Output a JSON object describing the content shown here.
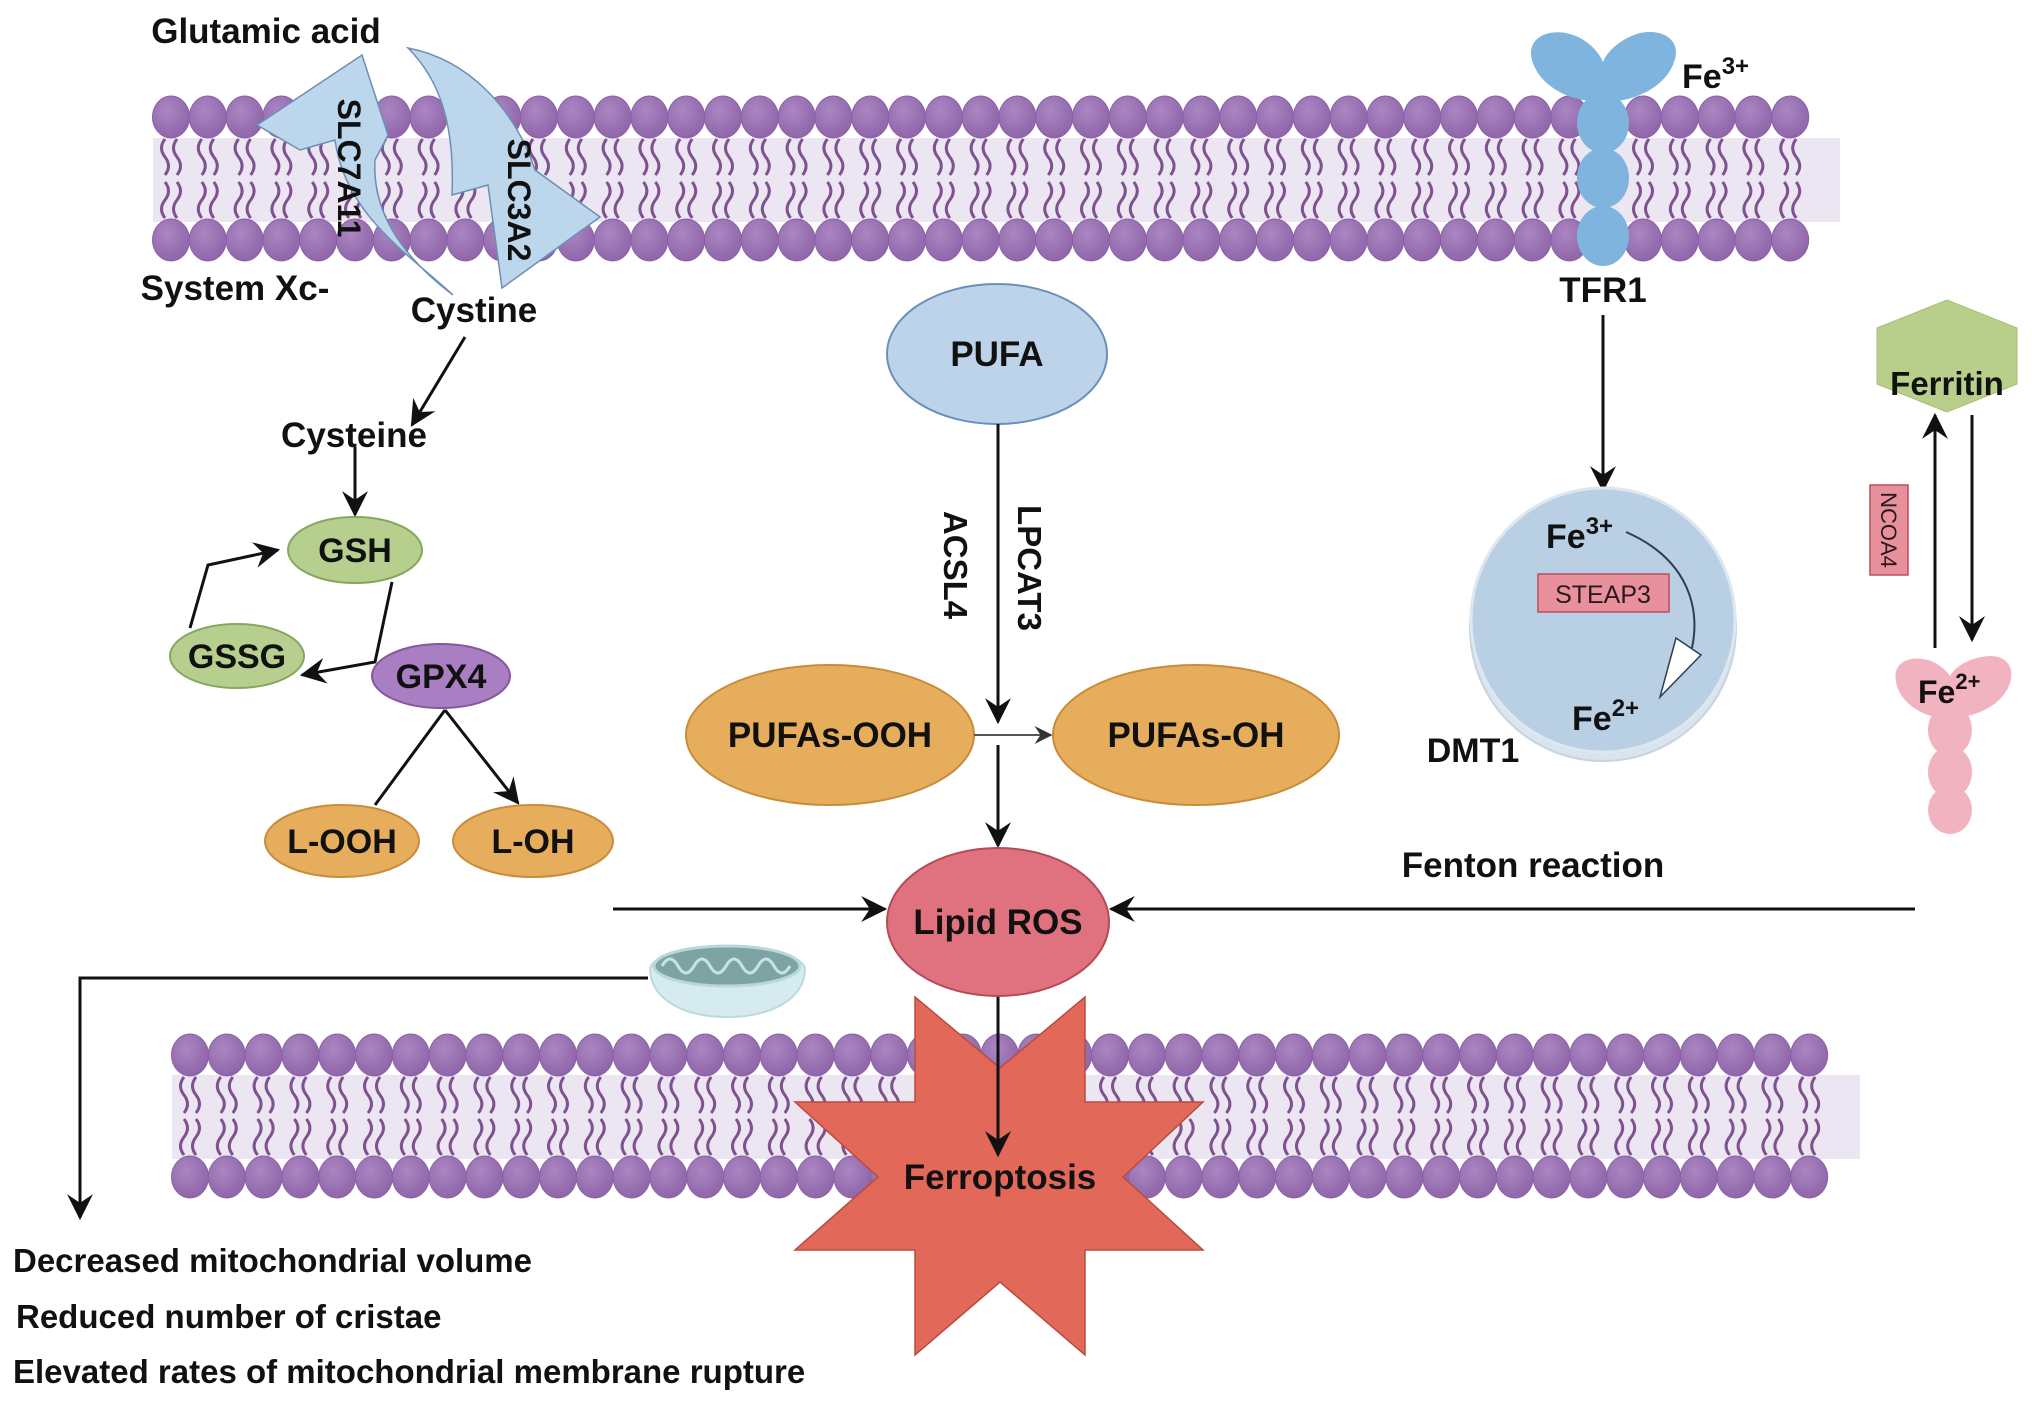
{
  "figure": {
    "title": "Ferroptosis mechanism overview",
    "colors": {
      "membrane_head": "#9d75b6",
      "membrane_tail_bg": "#ece5f2",
      "transporter": "#bcd6ec",
      "green_node": "#b6cf8f",
      "gpx4": "#a97ec2",
      "orange_node": "#e6ad5c",
      "pufa": "#bdd3ea",
      "lipid_ros": "#e0717f",
      "ferroptosis_star": "#e2685a",
      "tfr1": "#7fb4de",
      "fe2_protein": "#f2b3c0",
      "ferritin": "#b8cf8b",
      "enzyme_box": "#e8909b",
      "dmt1": "#b9d0e4"
    }
  },
  "system_xc": {
    "glutamic_acid": "Glutamic acid",
    "slc7a11": "SLC7A11",
    "slc3a2": "SLC3A2",
    "system_label": "System Xc-",
    "cystine": "Cystine"
  },
  "gsh_pathway": {
    "cysteine": "Cysteine",
    "gsh": "GSH",
    "gssg": "GSSG",
    "gpx4": "GPX4",
    "l_ooh": "L-OOH",
    "l_oh": "L-OH"
  },
  "pufa_pathway": {
    "pufa": "PUFA",
    "acsl4": "ACSL4",
    "lpcat3": "LPCAT3",
    "pufas_ooh": "PUFAs-OOH",
    "pufas_oh": "PUFAs-OH",
    "lipid_ros": "Lipid ROS",
    "ferroptosis": "Ferroptosis"
  },
  "iron_pathway": {
    "fe3_base": "Fe",
    "fe3_sup": "3+",
    "tfr1": "TFR1",
    "dmt1": "DMT1",
    "steap3": "STEAP3",
    "fe2_base": "Fe",
    "fe2_sup": "2+",
    "ferritin": "Ferritin",
    "ncoa4": "NCOA4",
    "fenton": "Fenton reaction"
  },
  "mitochondria": {
    "effects": [
      "Decreased mitochondrial volume",
      "Reduced number of cristae",
      "Elevated rates of mitochondrial membrane rupture"
    ]
  }
}
